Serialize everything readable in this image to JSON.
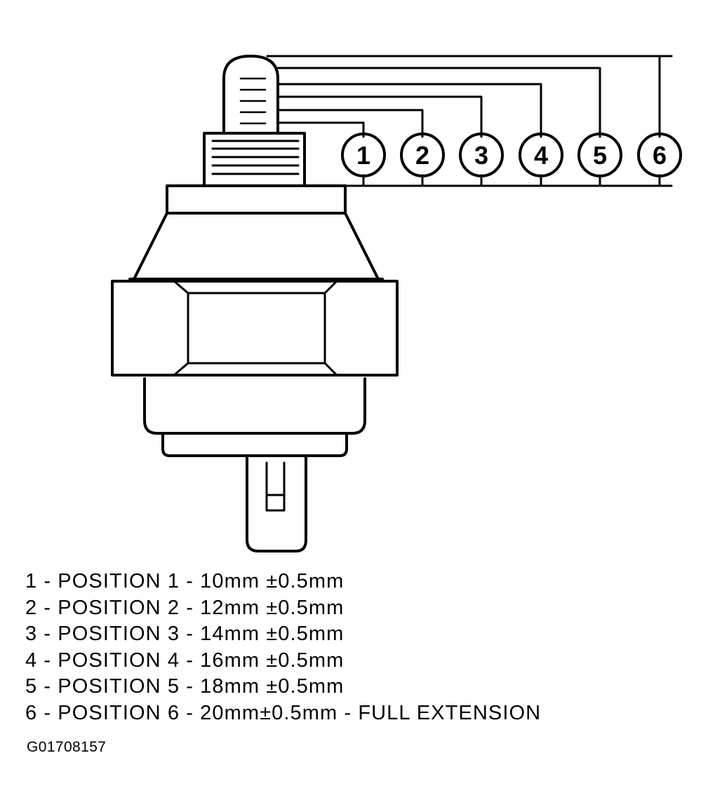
{
  "callouts": [
    "1",
    "2",
    "3",
    "4",
    "5",
    "6"
  ],
  "legend": [
    "1 - POSITION 1 - 10mm ±0.5mm",
    "2 - POSITION 2 - 12mm ±0.5mm",
    "3 - POSITION 3 - 14mm ±0.5mm",
    "4 - POSITION 4 - 16mm ±0.5mm",
    "5 - POSITION 5 - 18mm ±0.5mm",
    "6 - POSITION 6 - 20mm±0.5mm - FULL EXTENSION"
  ],
  "figure_id": "G01708157"
}
